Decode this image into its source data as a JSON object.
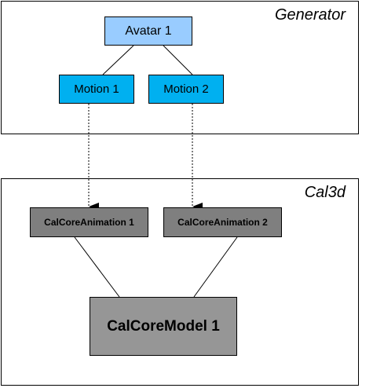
{
  "generator": {
    "title": "Generator",
    "avatar": "Avatar 1",
    "motions": [
      "Motion 1",
      "Motion 2"
    ]
  },
  "cal3d": {
    "title": "Cal3d",
    "animations": [
      "CalCoreAnimation 1",
      "CalCoreAnimation 2"
    ],
    "model": "CalCoreModel 1"
  },
  "colors": {
    "avatar_fill": "#99ccff",
    "motion_fill": "#00b0f0",
    "animation_fill": "#7f7f7f",
    "model_fill": "#969696",
    "line": "#000000"
  }
}
